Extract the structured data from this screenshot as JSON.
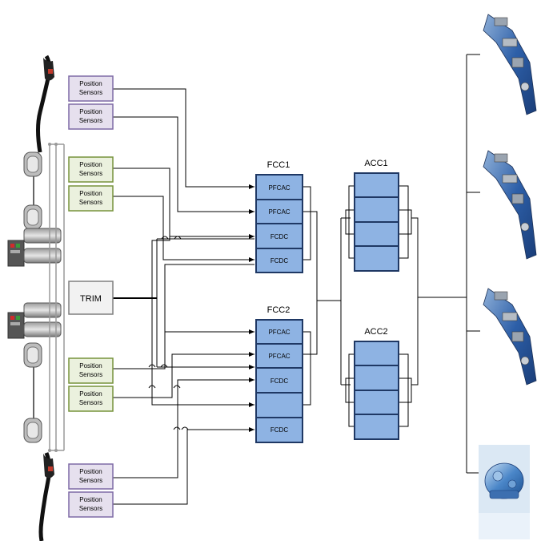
{
  "sensors": {
    "position_label_line1": "Position",
    "position_label_line2": "Sensors",
    "trim_label": "TRIM"
  },
  "fcc1": {
    "title": "FCC1",
    "slots": [
      "PFCAC",
      "PFCAC",
      "FCDC",
      "FCDC"
    ]
  },
  "fcc2": {
    "title": "FCC2",
    "slots": [
      "PFCAC",
      "PFCAC",
      "FCDC",
      "FCDC"
    ]
  },
  "acc1": {
    "title": "ACC1"
  },
  "acc2": {
    "title": "ACC2"
  },
  "colors": {
    "module_fill": "#8eb3e3",
    "module_border": "#1f3864",
    "purple_sensor_fill": "#e6e0ee",
    "purple_sensor_border": "#7f6aa6",
    "green_sensor_fill": "#ebf1de",
    "green_sensor_border": "#77933c",
    "trim_fill": "#f2f2f2",
    "trim_border": "#7f7f7f"
  }
}
